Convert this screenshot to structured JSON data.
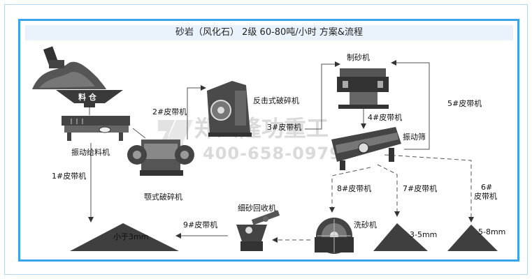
{
  "title": "砂岩（风化石） 2级 60-80吨/小时 方案&流程",
  "watermark": {
    "company": "郑州隆功重工",
    "phone": "400-658-0979"
  },
  "equipment": {
    "hopper": "料 仓",
    "vibrating_feeder": "振动给料机",
    "jaw_crusher": "颚式破碎机",
    "impact_crusher": "反击式破碎机",
    "sand_maker": "制砂机",
    "vibrating_screen": "振动筛",
    "sand_washer": "洗砂机",
    "fine_sand_recycler": "细砂回收机"
  },
  "conveyors": {
    "b1": "1#皮带机",
    "b2": "2#皮带机",
    "b3": "3#皮带机",
    "b4": "4#皮带机",
    "b5": "5#皮带机",
    "b6_line1": "6#",
    "b6_line2": "皮带机",
    "b7": "7#皮带机",
    "b8": "8#皮带机",
    "b9": "9#皮带机"
  },
  "products": {
    "fine": "小于3mm",
    "mid": "3-5mm",
    "coarse": "5-8mm"
  }
}
